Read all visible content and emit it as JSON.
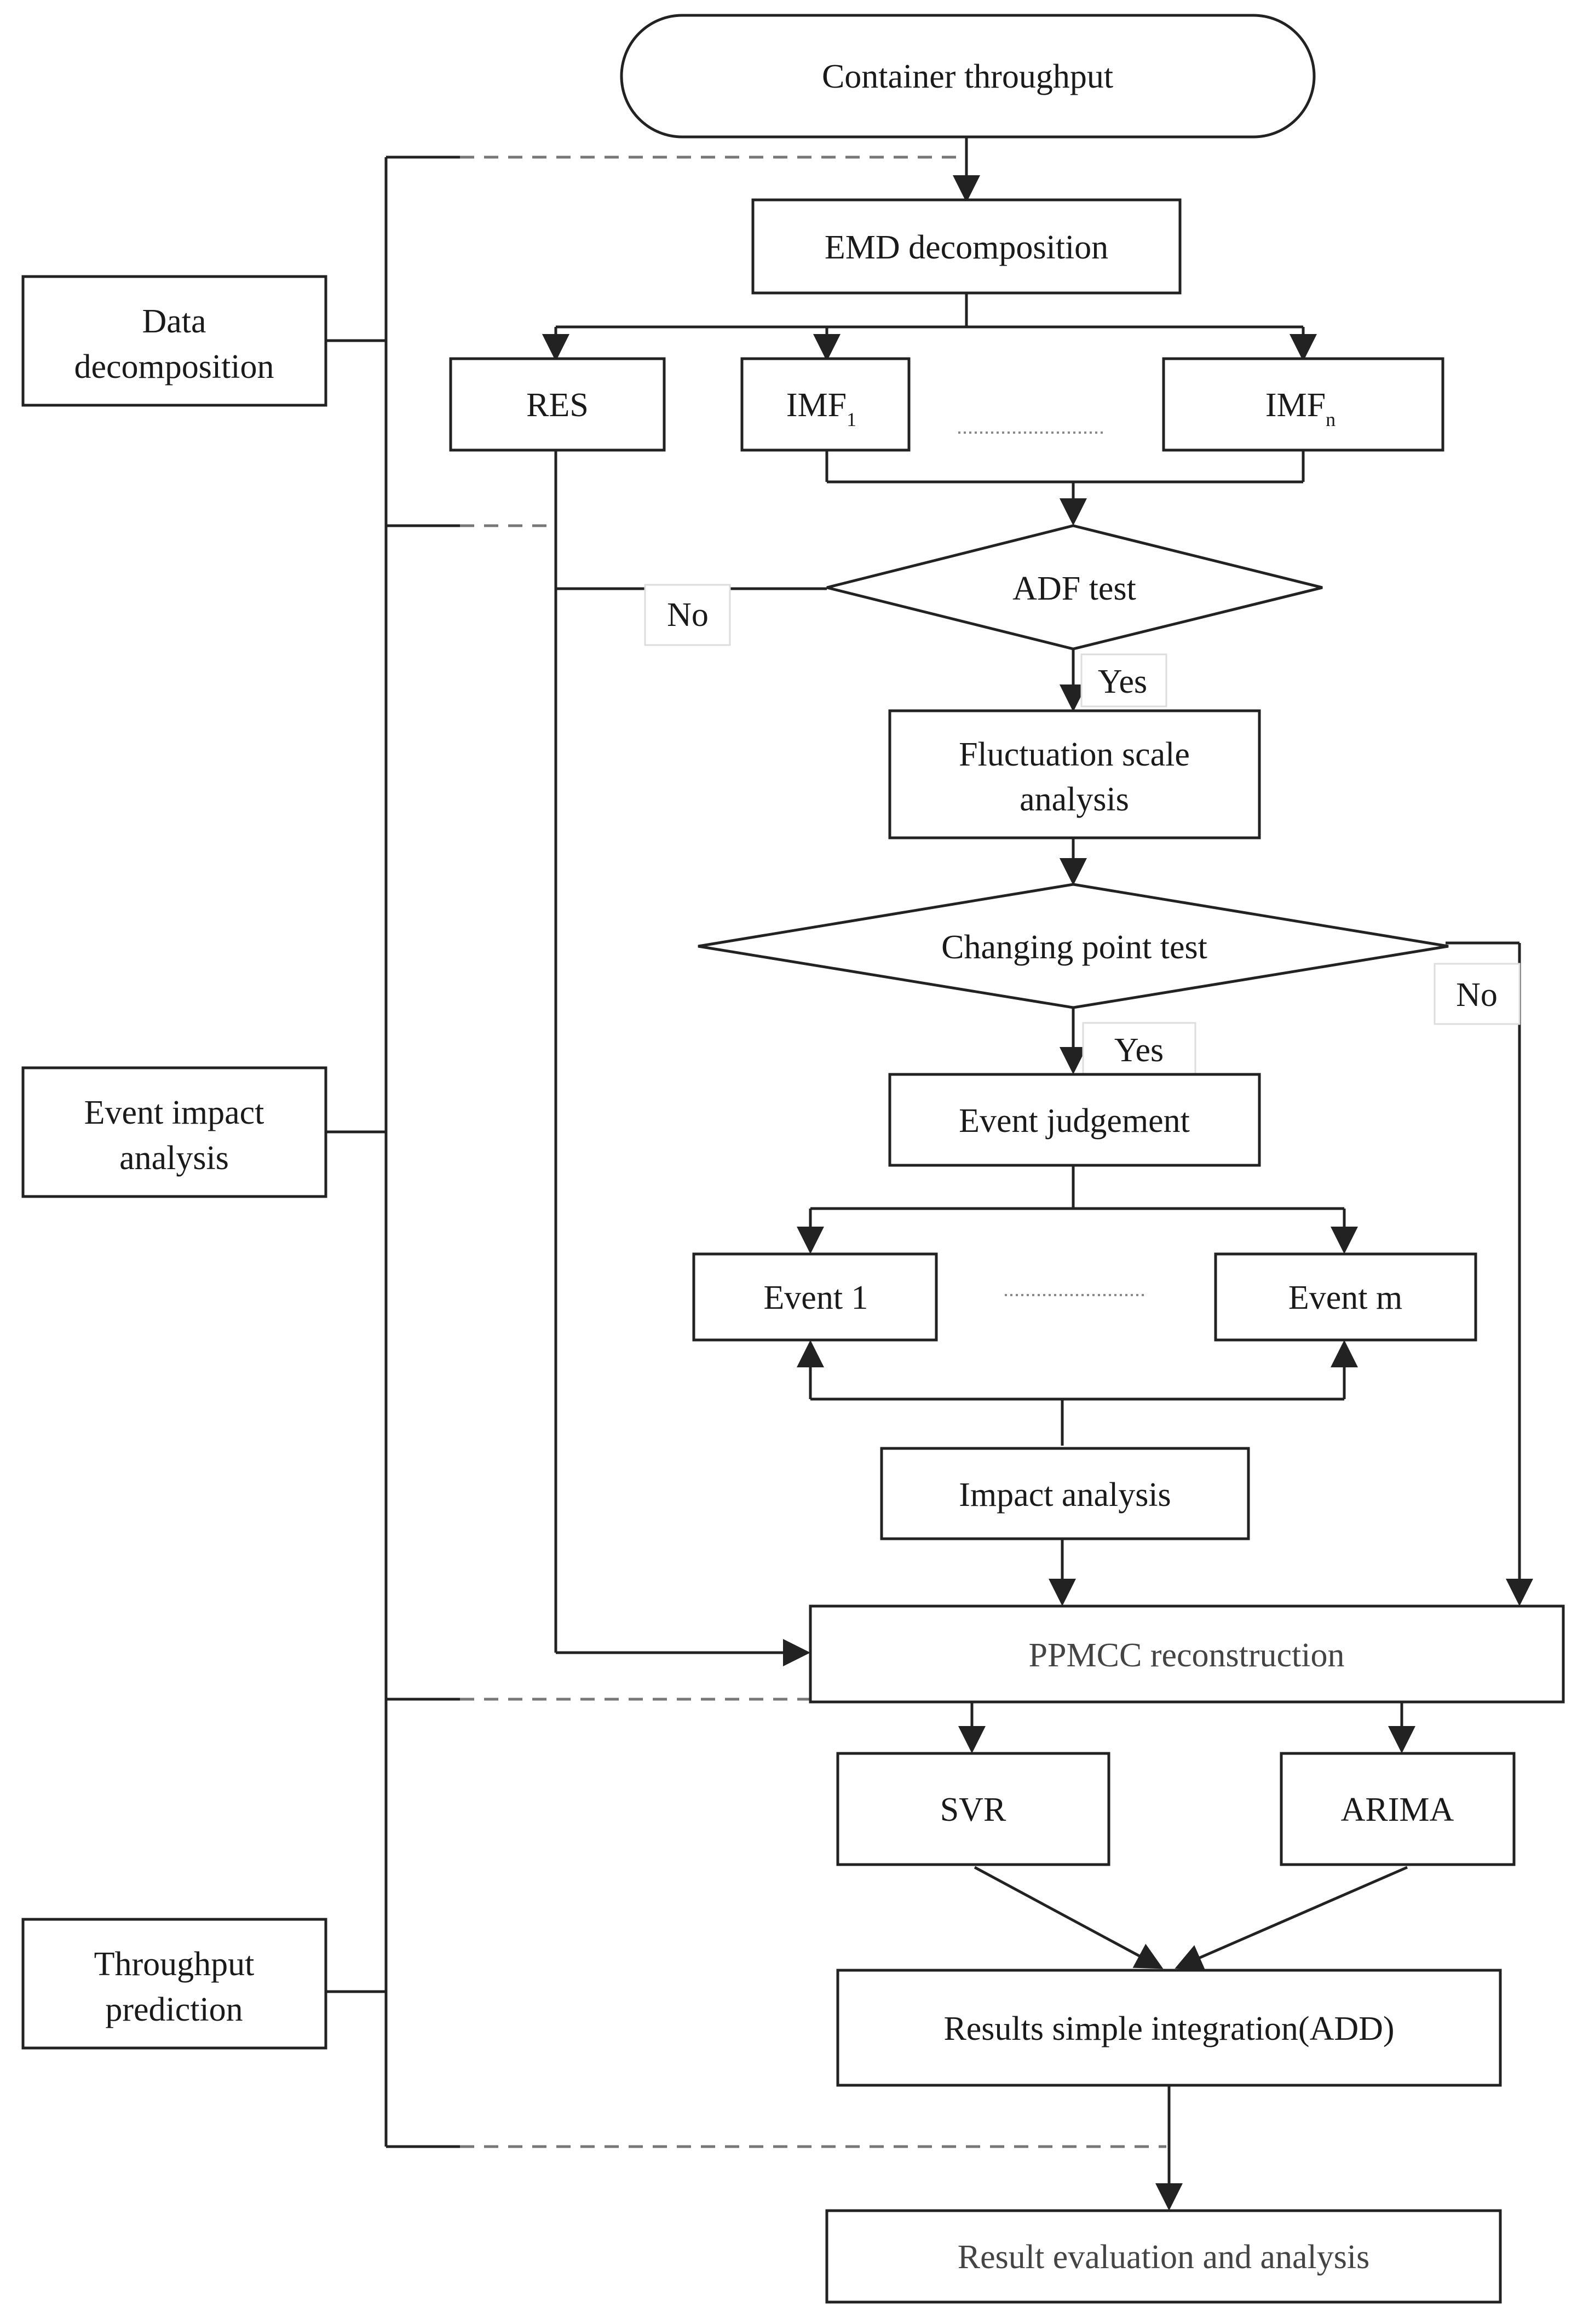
{
  "nodes": {
    "container_throughput": "Container throughput",
    "emd_decomposition": "EMD decomposition",
    "res": "RES",
    "imf_1": "IMF",
    "imf_1_sub": "1",
    "imf_n": "IMF",
    "imf_n_sub": "n",
    "adf_test": "ADF test",
    "fluctuation_line1": "Fluctuation scale",
    "fluctuation_line2": "analysis",
    "changing_point_test": "Changing point test",
    "event_judgement": "Event judgement",
    "event_1": "Event 1",
    "event_m": "Event m",
    "impact_analysis": "Impact analysis",
    "ppmcc_reconstruction": "PPMCC reconstruction",
    "svr": "SVR",
    "arima": "ARIMA",
    "results_integration": "Results simple integration(ADD)",
    "result_evaluation": "Result evaluation and analysis"
  },
  "edge_labels": {
    "adf_no": "No",
    "adf_yes": "Yes",
    "cp_no": "No",
    "cp_yes": "Yes"
  },
  "stages": {
    "data_decomposition_line1": "Data",
    "data_decomposition_line2": "decomposition",
    "event_impact_line1": "Event impact",
    "event_impact_line2": "analysis",
    "throughput_prediction_line1": "Throughput",
    "throughput_prediction_line2": "prediction"
  }
}
